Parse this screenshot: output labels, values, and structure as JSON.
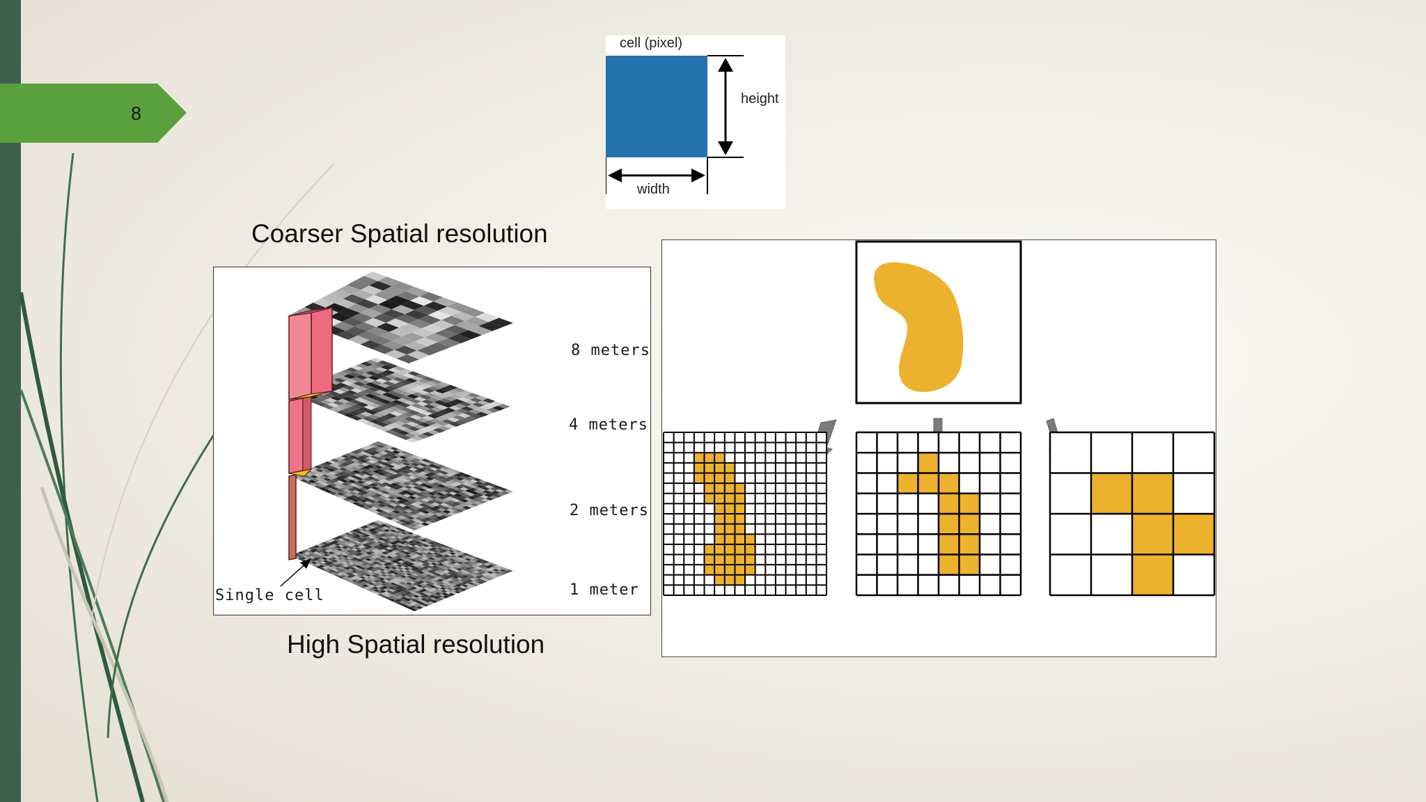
{
  "slide": {
    "page_number": "8"
  },
  "cell_diagram": {
    "title": "cell (pixel)",
    "height_label": "height",
    "width_label": "width",
    "cell_color": "#2672ad"
  },
  "captions": {
    "top": "Coarser Spatial resolution",
    "bottom": "High Spatial resolution"
  },
  "layers": {
    "labels": [
      "8 meters",
      "4 meters",
      "2 meters",
      "1 meter"
    ],
    "single_cell": "Single cell",
    "column_color": "#ee6b7f"
  },
  "raster": {
    "shape_color": "#ecb22e",
    "grids": [
      {
        "size": 16,
        "filled": [
          [
            3,
            2
          ],
          [
            4,
            2
          ],
          [
            5,
            2
          ],
          [
            3,
            3
          ],
          [
            4,
            3
          ],
          [
            5,
            3
          ],
          [
            6,
            3
          ],
          [
            3,
            4
          ],
          [
            4,
            4
          ],
          [
            5,
            4
          ],
          [
            6,
            4
          ],
          [
            4,
            5
          ],
          [
            5,
            5
          ],
          [
            6,
            5
          ],
          [
            7,
            5
          ],
          [
            4,
            6
          ],
          [
            5,
            6
          ],
          [
            6,
            6
          ],
          [
            7,
            6
          ],
          [
            5,
            7
          ],
          [
            6,
            7
          ],
          [
            7,
            7
          ],
          [
            5,
            8
          ],
          [
            6,
            8
          ],
          [
            7,
            8
          ],
          [
            5,
            9
          ],
          [
            6,
            9
          ],
          [
            7,
            9
          ],
          [
            5,
            10
          ],
          [
            6,
            10
          ],
          [
            7,
            10
          ],
          [
            8,
            10
          ],
          [
            4,
            11
          ],
          [
            5,
            11
          ],
          [
            6,
            11
          ],
          [
            7,
            11
          ],
          [
            8,
            11
          ],
          [
            4,
            12
          ],
          [
            5,
            12
          ],
          [
            6,
            12
          ],
          [
            7,
            12
          ],
          [
            8,
            12
          ],
          [
            4,
            13
          ],
          [
            5,
            13
          ],
          [
            6,
            13
          ],
          [
            7,
            13
          ],
          [
            8,
            13
          ],
          [
            5,
            14
          ],
          [
            6,
            14
          ],
          [
            7,
            14
          ]
        ]
      },
      {
        "size": 8,
        "filled": [
          [
            3,
            1
          ],
          [
            2,
            2
          ],
          [
            3,
            2
          ],
          [
            4,
            2
          ],
          [
            4,
            3
          ],
          [
            5,
            3
          ],
          [
            4,
            4
          ],
          [
            5,
            4
          ],
          [
            4,
            5
          ],
          [
            5,
            5
          ],
          [
            4,
            6
          ],
          [
            5,
            6
          ]
        ]
      },
      {
        "size": 4,
        "filled": [
          [
            1,
            1
          ],
          [
            2,
            1
          ],
          [
            2,
            2
          ],
          [
            3,
            2
          ],
          [
            2,
            3
          ]
        ]
      }
    ]
  },
  "colors": {
    "accent_green": "#5aa13d",
    "bar_dark": "#3f5f4d"
  }
}
